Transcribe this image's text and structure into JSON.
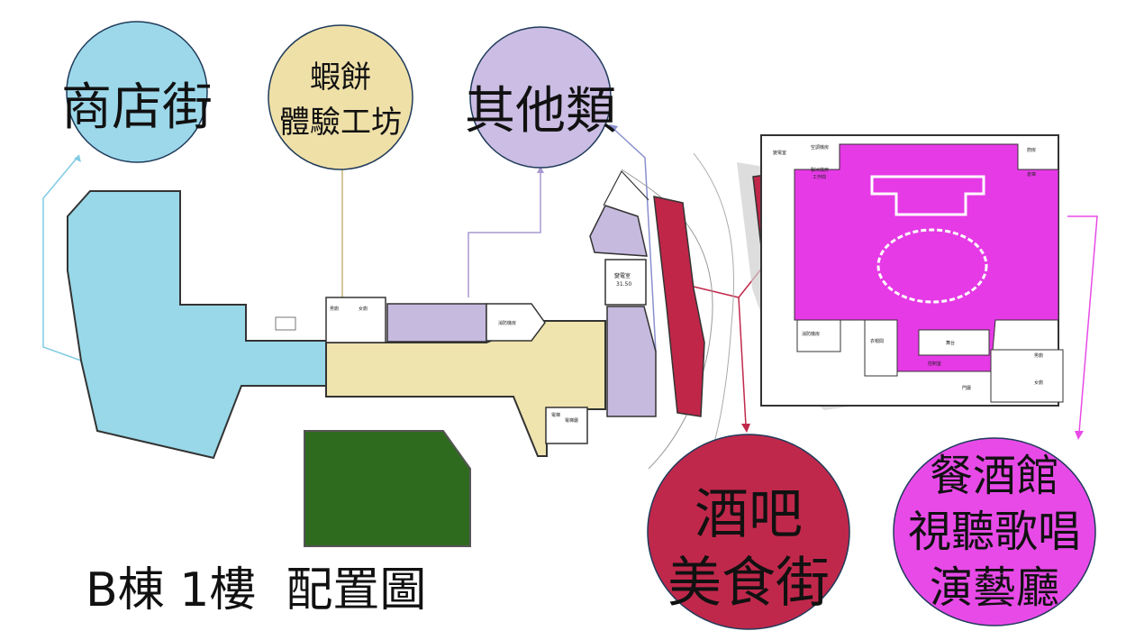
{
  "title": "B棟 1樓  配置圖",
  "bubbles": {
    "shop_street": {
      "label": "商店街",
      "color": "#9dd8ea"
    },
    "shrimp_cracker": {
      "line1": "蝦餅",
      "line2": "體驗工坊",
      "color": "#efe0a8"
    },
    "others": {
      "label": "其他類",
      "color": "#cbbde3"
    },
    "bar_food": {
      "line1": "酒吧",
      "line2": "美食街",
      "color": "#c0284b"
    },
    "pub_karaoke": {
      "line1": "餐酒館",
      "line2": "視聽歌唱",
      "line3": "演藝廳",
      "color": "#e84ae8"
    }
  },
  "zone_colors": {
    "shop": "#98d8e8",
    "workshop": "#efe3ae",
    "other": "#c6badf",
    "bar": "#c02648",
    "hall": "#e63ae6",
    "green": "#2f6b1f"
  },
  "room_labels": {
    "power_room_left": "變電室",
    "power_room_left_area": "31.50",
    "fire_control": "消防機房",
    "electric_room": "電梯廳",
    "elevator": "電梯",
    "toilet_m": "男廁",
    "toilet_f": "女廁",
    "power_room_right": "變電室",
    "air_cond": "空調機房",
    "kitchen": "廚房",
    "storage": "倉庫",
    "ice_room": "製冰機房",
    "work_room": "工作間",
    "fire_room_right": "消防機房",
    "cloak": "衣帽間",
    "stage": "舞台",
    "control": "控制室",
    "gate": "門廳",
    "toilet_right_m": "男廁",
    "toilet_right_f": "女廁"
  }
}
